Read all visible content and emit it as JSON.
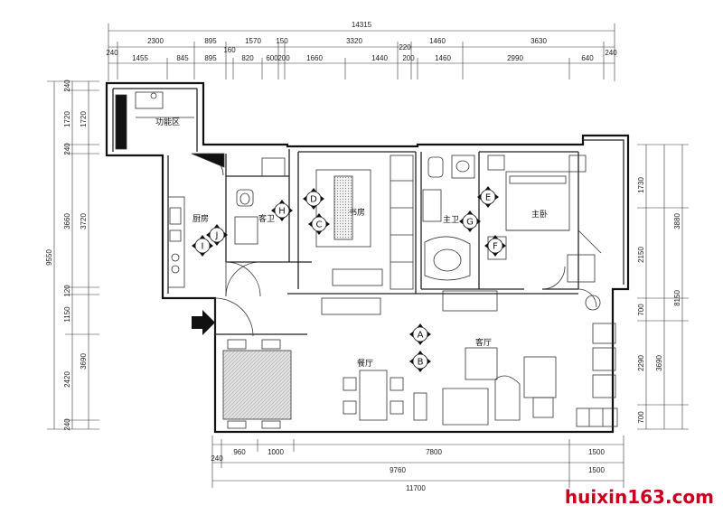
{
  "dimensions": {
    "overall_top": "14315",
    "top_row1": [
      "240",
      "2300",
      "895",
      "1570",
      "150",
      "3320",
      "220",
      "1460",
      "3630",
      "240"
    ],
    "top_row2": [
      "1455",
      "845",
      "895",
      "160",
      "820",
      "600",
      "200",
      "1660",
      "1440",
      "200",
      "1460",
      "2990",
      "640"
    ],
    "left_outer": [
      "240",
      "1720",
      "240",
      "3660",
      "120",
      "1150",
      "2420",
      "240"
    ],
    "left_total": "9550",
    "left_inner": [
      "1720",
      "3720",
      "3690"
    ],
    "right_inner": [
      "1730",
      "3880",
      "2150",
      "700",
      "2290",
      "3690",
      "700"
    ],
    "right_total": "8150",
    "bottom_row1": [
      "240",
      "960",
      "1000",
      "7800",
      "1500"
    ],
    "bottom_row2": [
      "9760",
      "1500"
    ],
    "bottom_total": "11700"
  },
  "rooms": {
    "function_area": "功能区",
    "kitchen": "厨房",
    "guest_bath": "客卫",
    "study": "书房",
    "master_bath": "主卫",
    "master_bedroom": "主卧",
    "living_room": "客厅",
    "dining_room": "餐厅"
  },
  "view_markers": [
    "A",
    "B",
    "C",
    "D",
    "E",
    "F",
    "G",
    "H",
    "I",
    "J"
  ],
  "watermark": "huixin163.com",
  "colors": {
    "line": "#222222",
    "watermark": "#c8001e",
    "floor_hatch": "#cccccc"
  }
}
